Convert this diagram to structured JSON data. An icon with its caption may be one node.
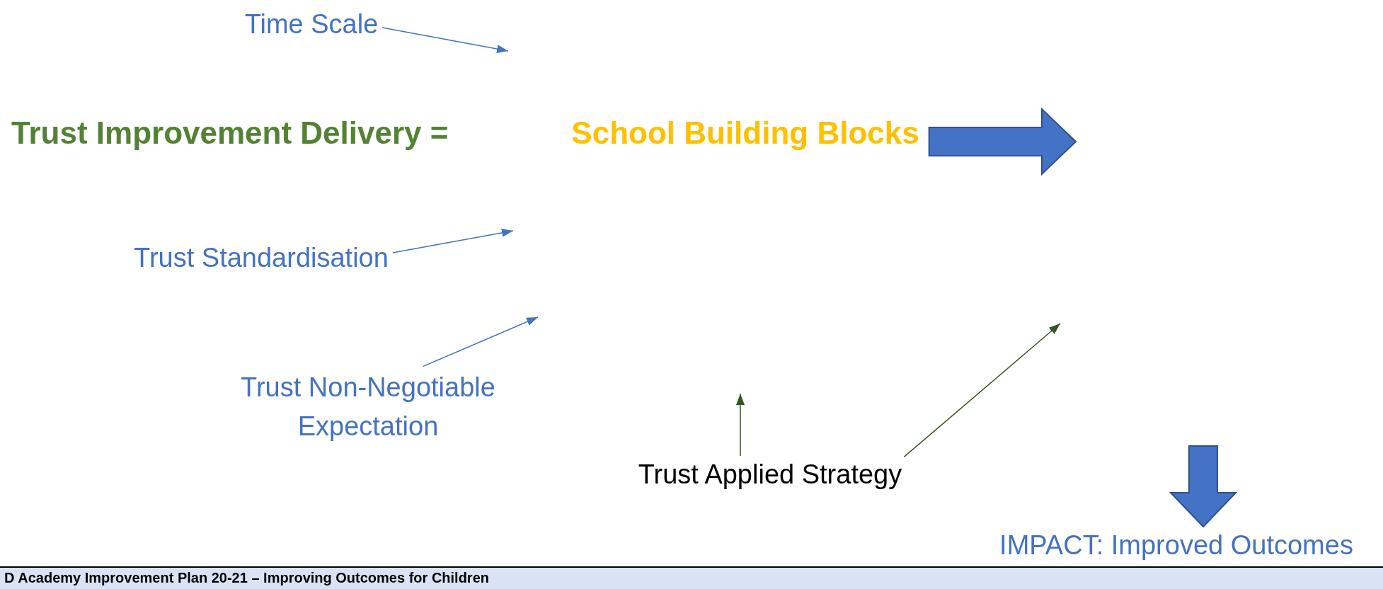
{
  "diagram": {
    "caption": "D Academy Improvement Plan 20-21 – Improving Outcomes for Children",
    "nodes": [
      {
        "text": [
          "Time Scale"
        ]
      },
      {
        "text": [
          "School Building Blocks"
        ]
      },
      {
        "text": [
          "Trust Standardisation"
        ]
      },
      {
        "text": [
          "Trust Non-Negotiable Expectation"
        ]
      },
      {
        "text": [
          "Trust  Applied Strategy"
        ]
      },
      {
        "text": [
          "IMPACT: Improved Outcomes"
        ]
      }
    ],
    "edges": [
      {
        "from": 0,
        "to": null,
        "arrow": "to"
      },
      {
        "from": 1,
        "to": null,
        "arrow": "to",
        "style": "thick"
      },
      {
        "from": 2,
        "to": null,
        "arrow": "to"
      },
      {
        "from": 3,
        "to": null,
        "arrow": "to"
      },
      {
        "from": 4,
        "to": null,
        "arrow": "to",
        "color": "#375623"
      },
      {
        "from": 4,
        "to": null,
        "arrow": "to",
        "color": "#375623"
      },
      {
        "from": null,
        "to": 5,
        "arrow": "to",
        "style": "thick"
      }
    ],
    "labels": [
      "Trust Improvement Delivery ="
    ]
  }
}
